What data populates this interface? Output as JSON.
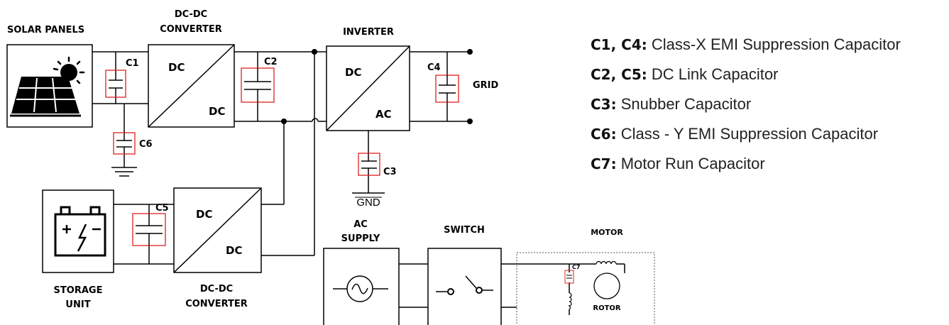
{
  "blocks": {
    "solar_panels": "SOLAR PANELS",
    "dcdc_top_line1": "DC-DC",
    "dcdc_top_line2": "CONVERTER",
    "inverter": "INVERTER",
    "grid": "GRID",
    "storage_line1": "STORAGE",
    "storage_line2": "UNIT",
    "dcdc_bottom_line1": "DC-DC",
    "dcdc_bottom_line2": "CONVERTER",
    "ac_supply_line1": "AC",
    "ac_supply_line2": "SUPPLY",
    "switch": "SWITCH",
    "motor": "MOTOR",
    "rotor": "ROTOR",
    "gnd": "GND"
  },
  "converter_text": {
    "top_in": "DC",
    "top_out": "DC",
    "inv_in": "DC",
    "inv_out": "AC",
    "bot_in": "DC",
    "bot_out": "DC"
  },
  "capacitors": {
    "c1": "C1",
    "c2": "C2",
    "c3": "C3",
    "c4": "C4",
    "c5": "C5",
    "c6": "C6",
    "c7": "C7"
  },
  "legend": [
    {
      "key": "C1, C4:",
      "text": " Class-X EMI Suppression Capacitor"
    },
    {
      "key": "C2, C5:",
      "text": " DC Link Capacitor"
    },
    {
      "key": "C3:",
      "text": " Snubber Capacitor"
    },
    {
      "key": "C6:",
      "text": " Class - Y EMI Suppression Capacitor"
    },
    {
      "key": "C7:",
      "text": " Motor Run Capacitor"
    }
  ],
  "colors": {
    "highlight": "#e02020",
    "line": "#000000"
  }
}
